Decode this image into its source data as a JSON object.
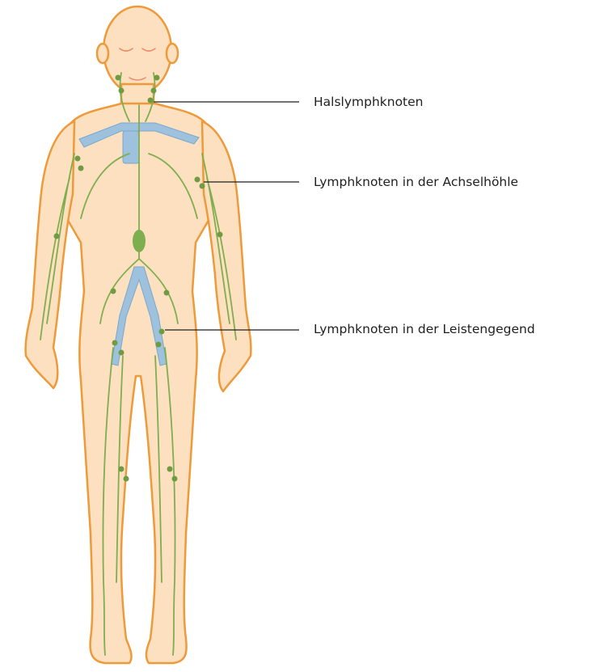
{
  "labels": {
    "neck": "Halslymphknoten",
    "axilla": "Lymphknoten in der Achselhöhle",
    "groin": "Lymphknoten in der Leistengegend"
  },
  "colors": {
    "skin": "#fde0c0",
    "outline": "#ee9a3a",
    "lymph_vessels": "#7fae4f",
    "lymph_nodes": "#6f9c43",
    "veins": "#9ec2dd",
    "leader_lines": "#1f1f1f"
  }
}
